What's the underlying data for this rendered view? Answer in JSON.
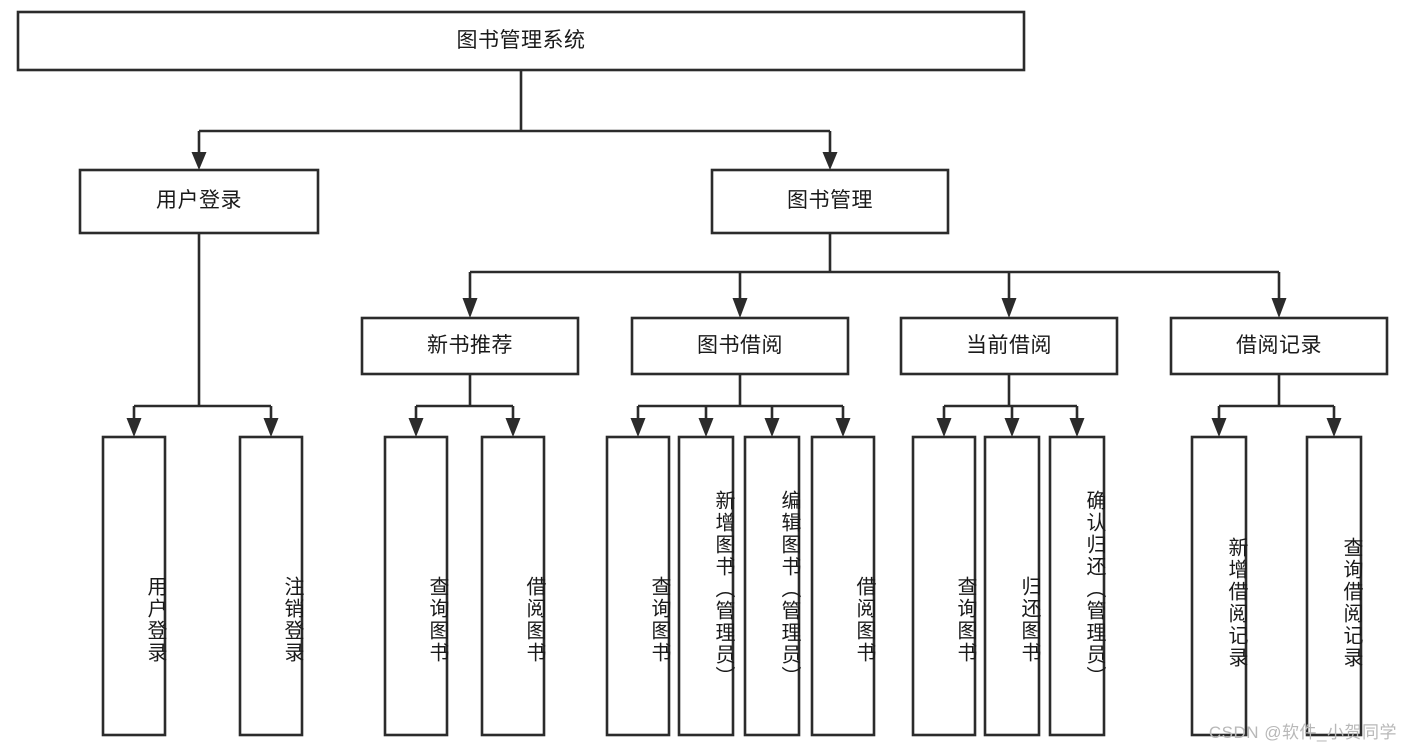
{
  "diagram": {
    "title": "图书管理系统",
    "type": "hierarchy-tree",
    "background_color": "#ffffff",
    "line_color": "#2b2b2b",
    "text_color": "#1a1a1a",
    "watermark": "CSDN @软件_小贺同学",
    "levels": {
      "root": {
        "label": "图书管理系统"
      },
      "level2": [
        {
          "label": "用户登录"
        },
        {
          "label": "图书管理"
        }
      ],
      "level3": [
        {
          "label": "新书推荐"
        },
        {
          "label": "图书借阅"
        },
        {
          "label": "当前借阅"
        },
        {
          "label": "借阅记录"
        }
      ],
      "leaves": {
        "user_login": [
          {
            "label": "用户登录"
          },
          {
            "label": "注销登录"
          }
        ],
        "new_book_recommend": [
          {
            "label": "查询图书"
          },
          {
            "label": "借阅图书"
          }
        ],
        "book_borrow": [
          {
            "label": "查询图书"
          },
          {
            "label": "新增图书（管理员）"
          },
          {
            "label": "编辑图书（管理员）"
          },
          {
            "label": "借阅图书"
          }
        ],
        "current_borrow": [
          {
            "label": "查询图书"
          },
          {
            "label": "归还图书"
          },
          {
            "label": "确认归还（管理员）"
          }
        ],
        "borrow_record": [
          {
            "label": "新增借阅记录"
          },
          {
            "label": "查询借阅记录"
          }
        ]
      }
    }
  }
}
